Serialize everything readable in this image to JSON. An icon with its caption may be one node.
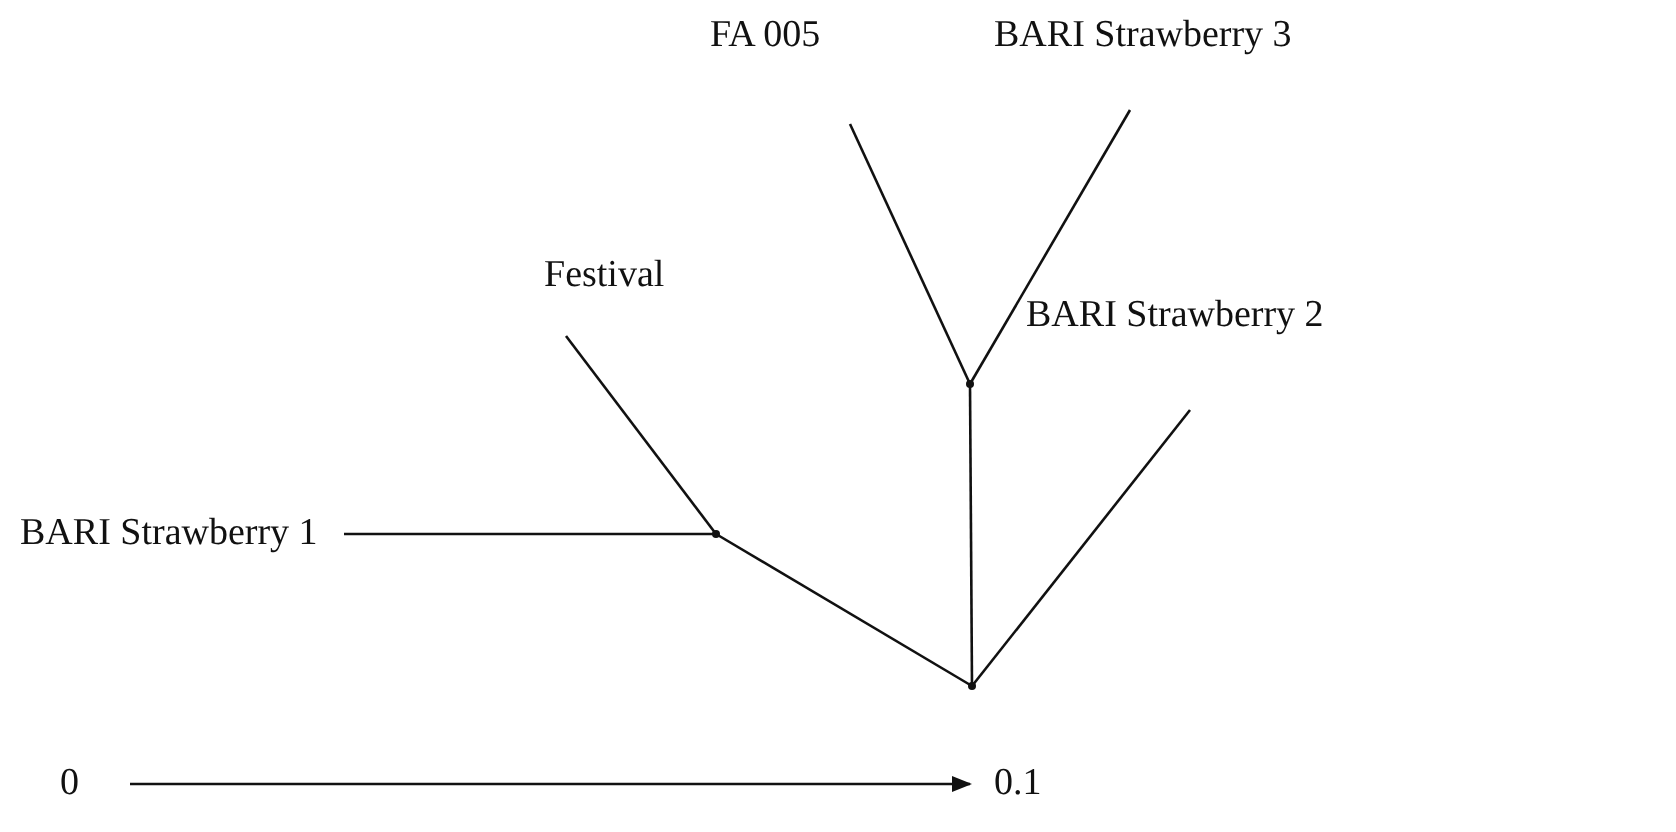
{
  "diagram": {
    "nodes": [
      {
        "text": [
          "FA 005"
        ]
      },
      {
        "text": [
          "BARI Strawberry 3"
        ]
      },
      {
        "text": [
          "Festival"
        ]
      },
      {
        "text": [
          "BARI Strawberry 2"
        ]
      },
      {
        "text": [
          "BARI Strawberry 1"
        ]
      },
      {
        "text": [],
        "shape": "point"
      },
      {
        "text": [],
        "shape": "point"
      },
      {
        "text": [],
        "shape": "point"
      }
    ],
    "edges": [
      {
        "from": 0,
        "to": 5,
        "arrow": "none"
      },
      {
        "from": 1,
        "to": 5,
        "arrow": "none"
      },
      {
        "from": 2,
        "to": 6,
        "arrow": "none"
      },
      {
        "from": 4,
        "to": 6,
        "arrow": "none"
      },
      {
        "from": 6,
        "to": 7,
        "arrow": "none"
      },
      {
        "from": 5,
        "to": 7,
        "arrow": "none"
      },
      {
        "from": 3,
        "to": 7,
        "arrow": "none"
      }
    ],
    "labels": [
      "0",
      "0.1"
    ]
  }
}
